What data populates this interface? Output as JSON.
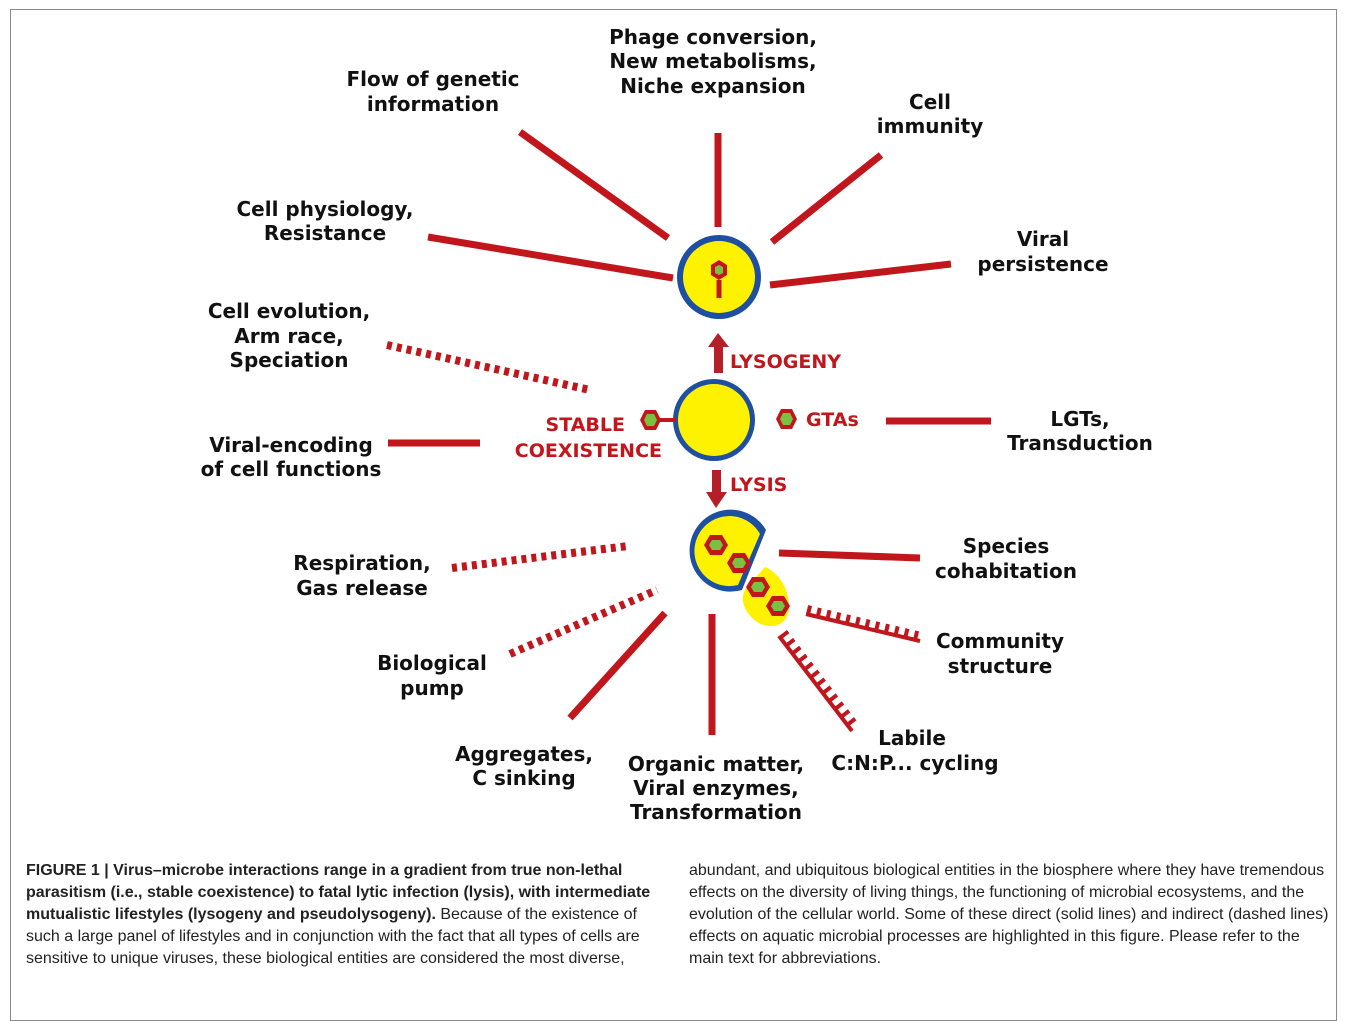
{
  "labels": {
    "phage_conversion": [
      "Phage conversion,",
      "New metabolisms,",
      "Niche expansion"
    ],
    "flow_genetic": [
      "Flow of genetic",
      "information"
    ],
    "cell_immunity": [
      "Cell",
      "immunity"
    ],
    "cell_physiology": [
      "Cell physiology,",
      "Resistance"
    ],
    "viral_persistence": [
      "Viral",
      "persistence"
    ],
    "cell_evolution": [
      "Cell evolution,",
      "Arm race,",
      "Speciation"
    ],
    "viral_encoding": [
      "Viral-encoding",
      "of cell functions"
    ],
    "lgts": [
      "LGTs,",
      "Transduction"
    ],
    "respiration": [
      "Respiration,",
      "Gas release"
    ],
    "species_cohabitation": [
      "Species",
      "cohabitation"
    ],
    "biological_pump": [
      "Biological",
      "pump"
    ],
    "community_structure": [
      "Community",
      "structure"
    ],
    "aggregates": [
      "Aggregates,",
      "C sinking"
    ],
    "organic_matter": [
      "Organic matter,",
      "Viral enzymes,",
      "Transformation"
    ],
    "labile": [
      "Labile",
      "C:N:P... cycling"
    ]
  },
  "red_labels": {
    "lysogeny": "LYSOGENY",
    "lysis": "LYSIS",
    "stable": [
      "STABLE",
      "COEXISTENCE"
    ],
    "gtas": "GTAs"
  },
  "colors": {
    "line_red": "#c0161c",
    "cell_yellow": "#fff200",
    "cell_blue": "#1f4fa0",
    "hex_green": "#7ac143",
    "arrow_red": "#b3202a"
  },
  "caption": {
    "bold_left": "FIGURE 1 | Virus–microbe interactions range in a gradient from true non-lethal parasitism (i.e., stable coexistence) to fatal lytic infection (lysis), with intermediate mutualistic lifestyles (lysogeny and pseudolysogeny).",
    "text_left": " Because of the existence of such a large panel of lifestyles and in conjunction with the fact that all types of cells are sensitive to unique viruses, these biological entities are considered the most diverse,",
    "text_right": "abundant, and ubiquitous biological entities in the biosphere where they have tremendous effects on the diversity of living things, the functioning of microbial ecosystems, and the evolution of the cellular world. Some of these direct (solid lines) and indirect (dashed lines) effects on aquatic microbial processes are highlighted in this figure. Please refer to the main text for abbreviations."
  }
}
